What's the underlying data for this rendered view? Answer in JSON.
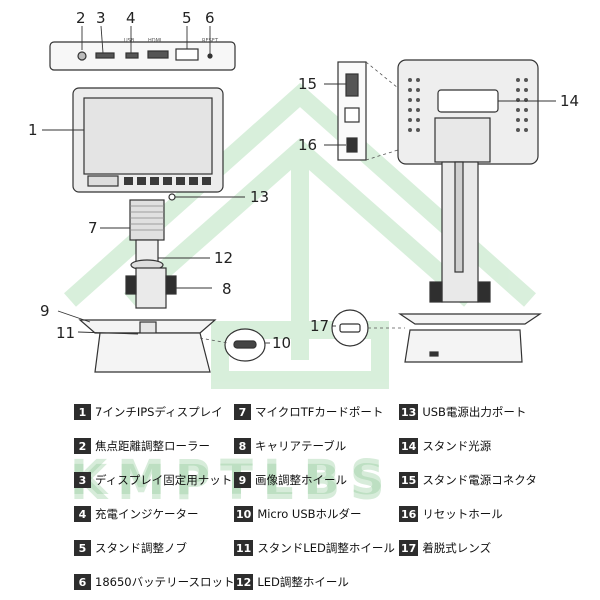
{
  "colors": {
    "watermark": "#9fd3a8",
    "line": "#333333",
    "device_fill": "#f2f2f2",
    "screen": "#e8e8e8",
    "knob": "#2f2f2f",
    "legend_badge": "#2d2d2d"
  },
  "watermark": {
    "text": "KMPTLBS"
  },
  "callouts": [
    {
      "num": "1"
    },
    {
      "num": "2"
    },
    {
      "num": "3"
    },
    {
      "num": "4"
    },
    {
      "num": "5"
    },
    {
      "num": "6"
    },
    {
      "num": "7"
    },
    {
      "num": "8"
    },
    {
      "num": "9"
    },
    {
      "num": "10"
    },
    {
      "num": "11"
    },
    {
      "num": "12"
    },
    {
      "num": "13"
    },
    {
      "num": "14"
    },
    {
      "num": "15"
    },
    {
      "num": "16"
    },
    {
      "num": "17"
    }
  ],
  "ports": {
    "label_4": "USB",
    "label_5": "HDMI",
    "label_6": "RESET"
  },
  "legend": [
    {
      "num": "1",
      "label": "7インチIPSディスプレイ"
    },
    {
      "num": "2",
      "label": "焦点距離調整ローラー"
    },
    {
      "num": "3",
      "label": "ディスプレイ固定用ナット"
    },
    {
      "num": "4",
      "label": "充電インジケーター"
    },
    {
      "num": "5",
      "label": "スタンド調整ノブ"
    },
    {
      "num": "6",
      "label": "18650バッテリースロット"
    },
    {
      "num": "7",
      "label": "マイクロTFカードポート"
    },
    {
      "num": "8",
      "label": "キャリアテーブル"
    },
    {
      "num": "9",
      "label": "画像調整ホイール"
    },
    {
      "num": "10",
      "label": "Micro USBホルダー"
    },
    {
      "num": "11",
      "label": "スタンドLED調整ホイール"
    },
    {
      "num": "12",
      "label": "LED調整ホイール"
    },
    {
      "num": "13",
      "label": "USB電源出力ポート"
    },
    {
      "num": "14",
      "label": "スタンド光源"
    },
    {
      "num": "15",
      "label": "スタンド電源コネクタ"
    },
    {
      "num": "16",
      "label": "リセットホール"
    },
    {
      "num": "17",
      "label": "着脱式レンズ"
    }
  ]
}
